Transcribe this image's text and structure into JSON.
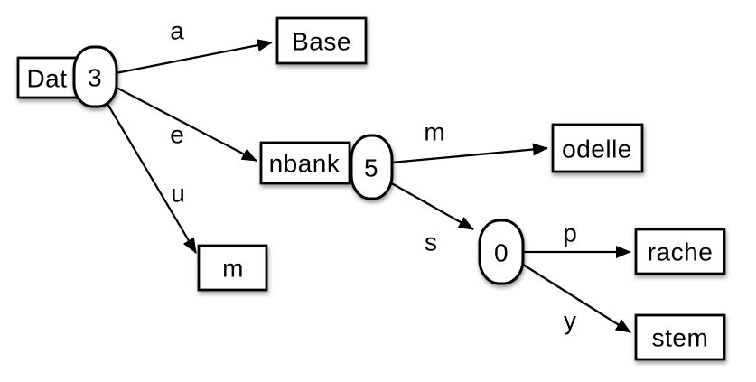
{
  "diagram": {
    "description": "trie-node-diagram",
    "colors": {
      "stroke": "#000000",
      "node-fill": "#ffffff",
      "background": "#ffffff"
    },
    "nodes": {
      "dat": {
        "label": "Dat",
        "shape": "rect"
      },
      "count_3": {
        "label": "3",
        "shape": "capsule"
      },
      "base": {
        "label": "Base",
        "shape": "rect"
      },
      "nbank": {
        "label": "nbank",
        "shape": "rect"
      },
      "count_5": {
        "label": "5",
        "shape": "capsule"
      },
      "m_leaf": {
        "label": "m",
        "shape": "rect"
      },
      "odelle": {
        "label": "odelle",
        "shape": "rect"
      },
      "count_0": {
        "label": "0",
        "shape": "capsule"
      },
      "rache": {
        "label": "rache",
        "shape": "rect"
      },
      "stem": {
        "label": "stem",
        "shape": "rect"
      }
    },
    "edges": {
      "a": {
        "label": "a",
        "from": "3",
        "to": "Base"
      },
      "e": {
        "label": "e",
        "from": "3",
        "to": "nbank"
      },
      "u": {
        "label": "u",
        "from": "3",
        "to": "m"
      },
      "m": {
        "label": "m",
        "from": "5",
        "to": "odelle"
      },
      "s": {
        "label": "s",
        "from": "5",
        "to": "0"
      },
      "p": {
        "label": "p",
        "from": "0",
        "to": "rache"
      },
      "y": {
        "label": "y",
        "from": "0",
        "to": "stem"
      }
    }
  }
}
